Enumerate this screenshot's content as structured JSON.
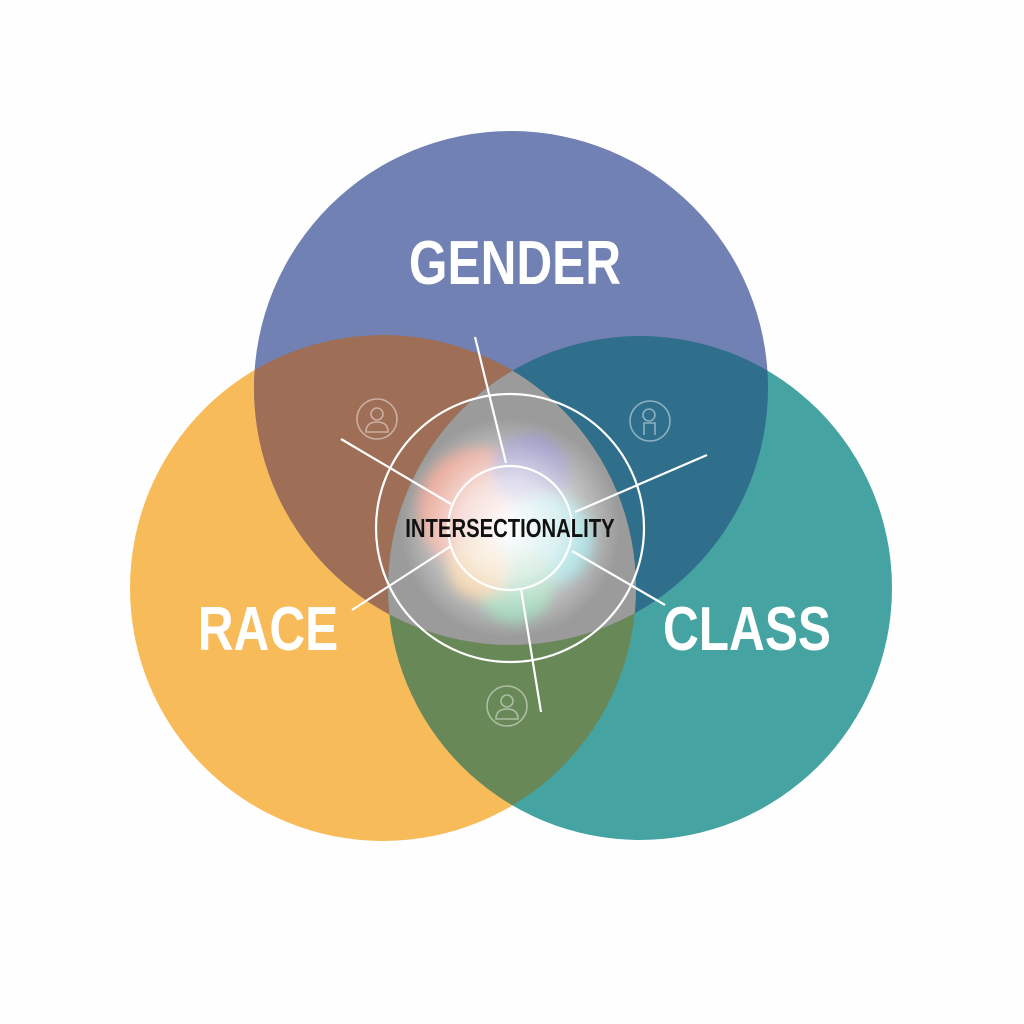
{
  "diagram": {
    "type": "venn",
    "sets": [
      {
        "id": "gender",
        "label": "GENDER",
        "color": "#7281b3"
      },
      {
        "id": "race",
        "label": "RACE",
        "color": "#f8bb5a"
      },
      {
        "id": "class",
        "label": "CLASS",
        "color": "#45a3a2"
      }
    ],
    "overlap_colors": {
      "gender_race": "#9f6e56",
      "gender_class": "#2f6f8c",
      "race_class": "#688858",
      "all": "#9a9b9a"
    },
    "center_label": "INTERSECTIONALITY",
    "icons": [
      "person-icon",
      "person-icon",
      "person-icon"
    ]
  }
}
